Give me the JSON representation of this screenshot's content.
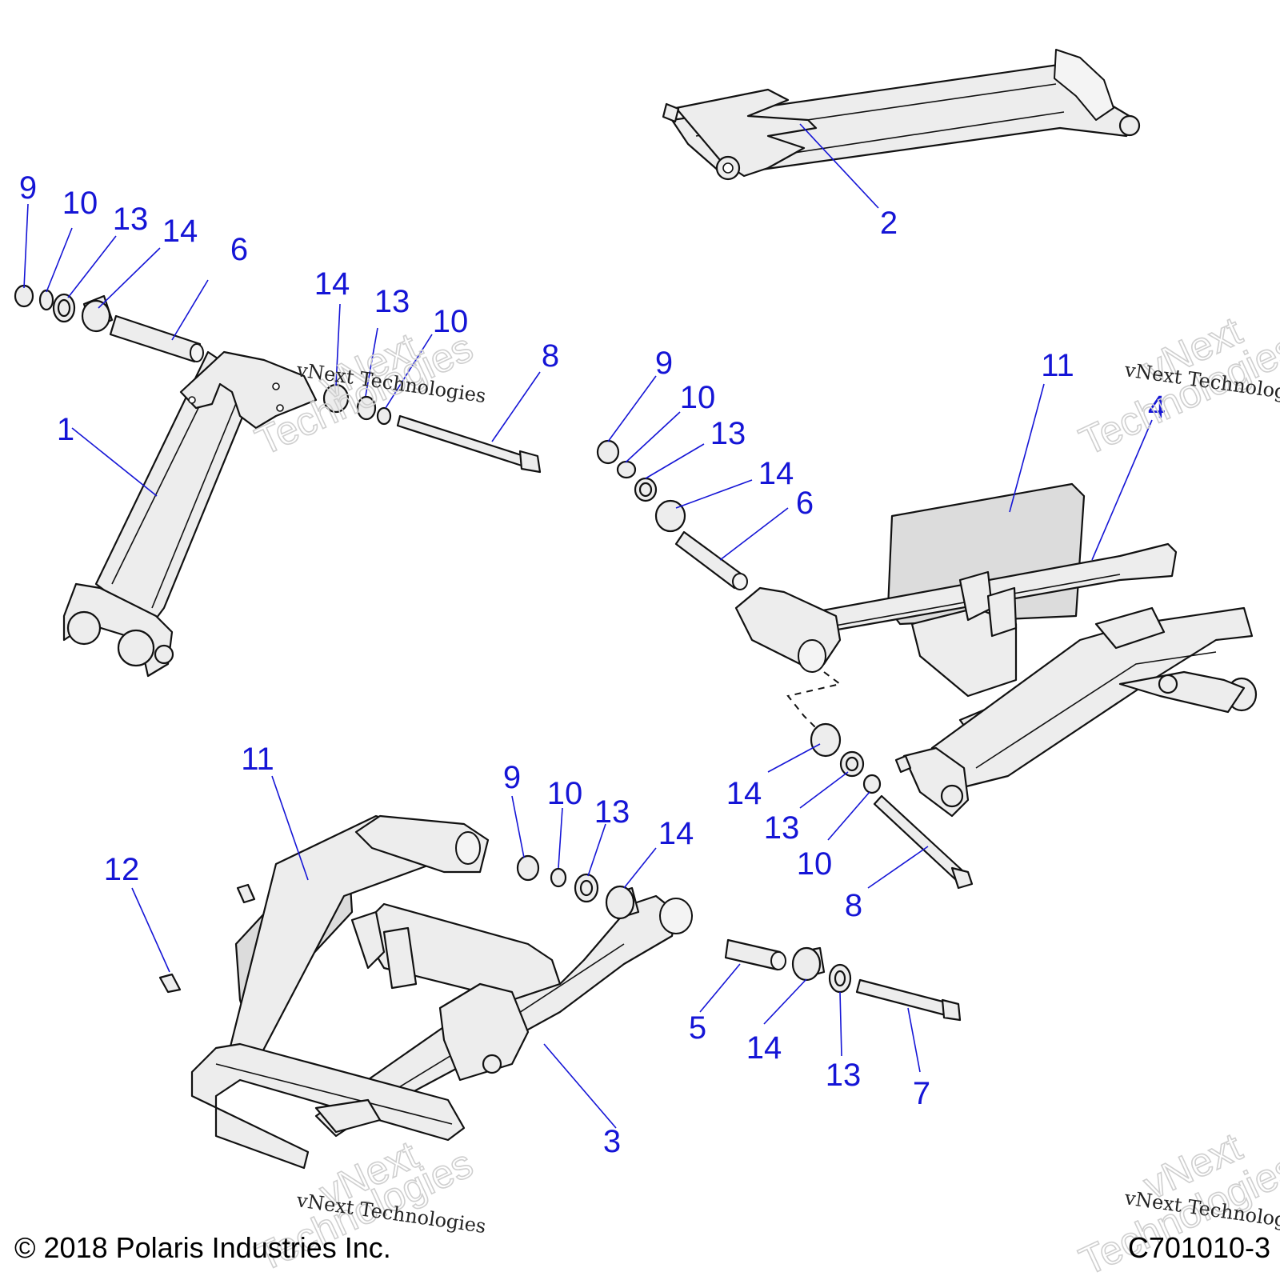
{
  "callouts": {
    "c2": "2",
    "c1": "1",
    "c4": "4",
    "c3": "3",
    "c5": "5",
    "c7": "7",
    "c12": "12",
    "c11_top": "11",
    "c11_bottom": "11",
    "c6_left": "6",
    "c6_right": "6",
    "c8_top": "8",
    "c8_right": "8",
    "c9_a": "9",
    "c9_b": "9",
    "c9_c": "9",
    "c10_a": "10",
    "c10_b": "10",
    "c10_c": "10",
    "c10_d": "10",
    "c10_e": "10",
    "c13_a": "13",
    "c13_b": "13",
    "c13_c": "13",
    "c13_d": "13",
    "c13_e": "13",
    "c13_f": "13",
    "c14_a": "14",
    "c14_b": "14",
    "c14_c": "14",
    "c14_d": "14",
    "c14_e": "14",
    "c14_f": "14"
  },
  "watermark": {
    "small": "vNext Technologies",
    "big_line1": "vNext",
    "big_line2": "Technologies"
  },
  "footer": {
    "copyright": "© 2018 Polaris Industries Inc.",
    "drawing_number": "C701010-3"
  },
  "colors": {
    "callout": "#1515d6",
    "part_fill": "#ededed",
    "plate_fill": "#dcdcdc"
  }
}
